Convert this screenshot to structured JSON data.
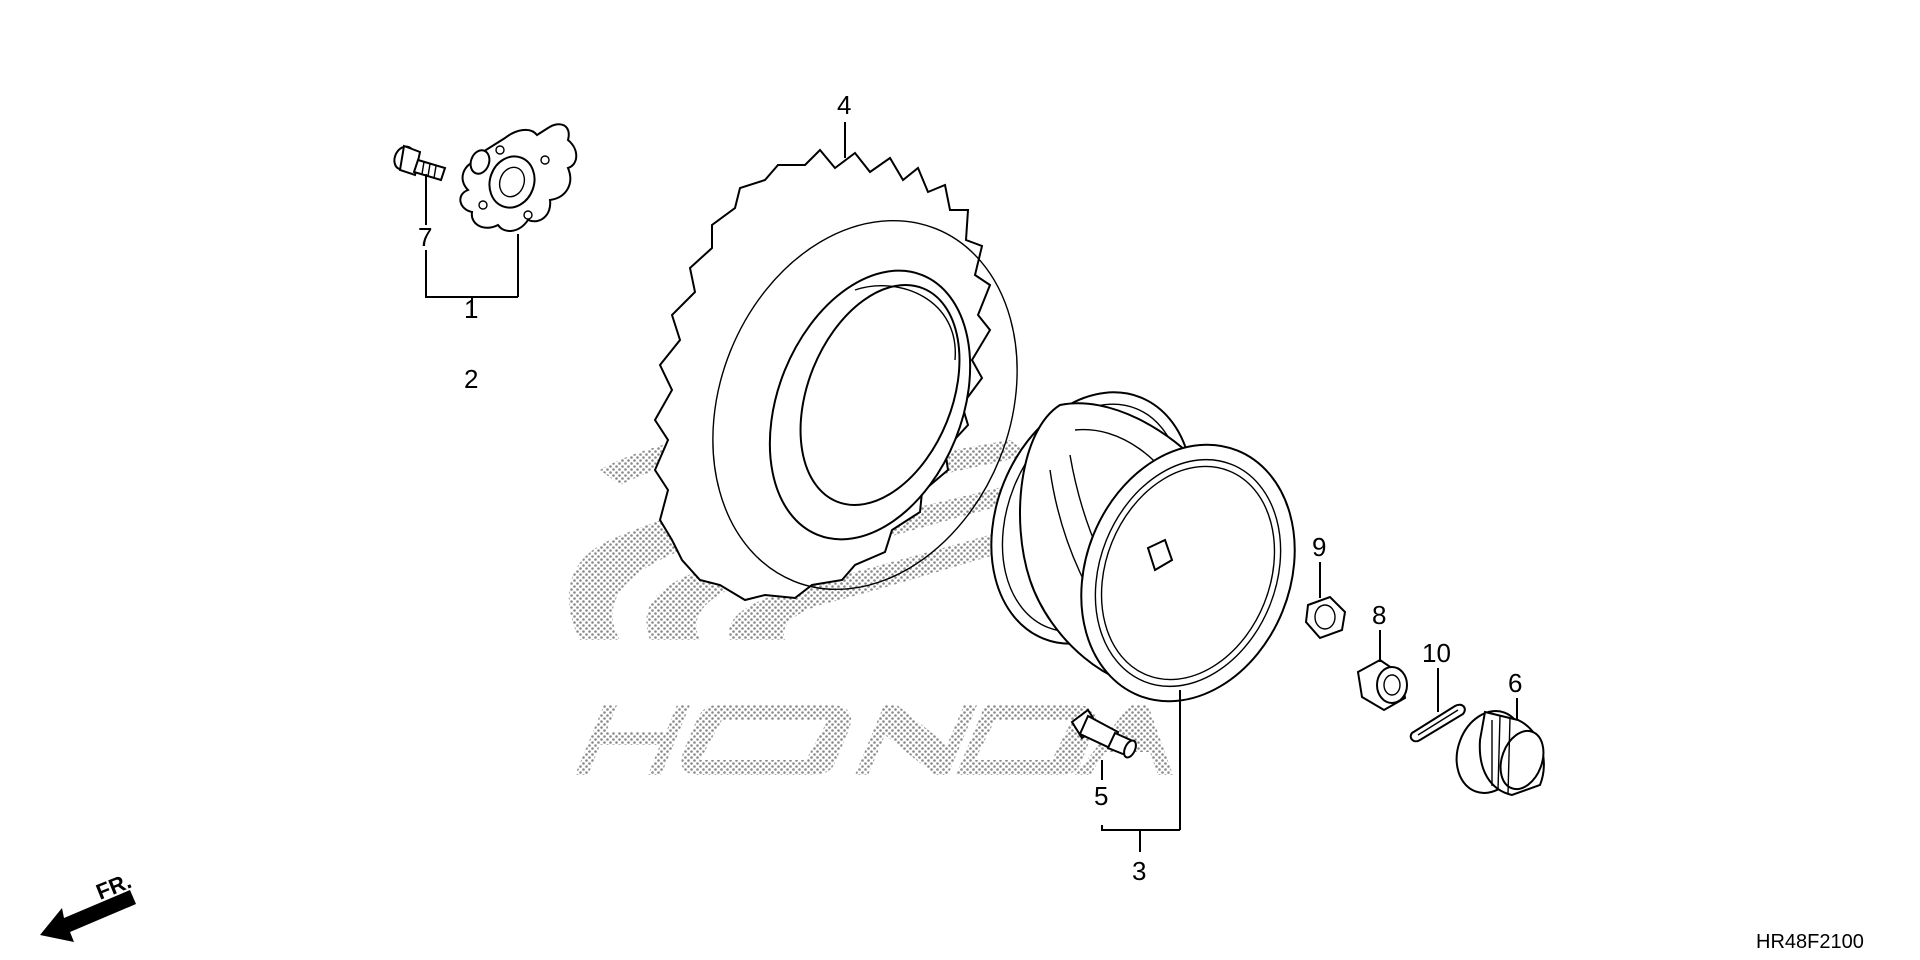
{
  "callouts": {
    "c1": "1",
    "c2": "2",
    "c3": "3",
    "c4": "4",
    "c5": "5",
    "c6": "6",
    "c7": "7",
    "c8": "8",
    "c9": "9",
    "c10": "10"
  },
  "direction_label": "FR.",
  "diagram_code": "HR48F2100",
  "watermark_text": "HONDA"
}
